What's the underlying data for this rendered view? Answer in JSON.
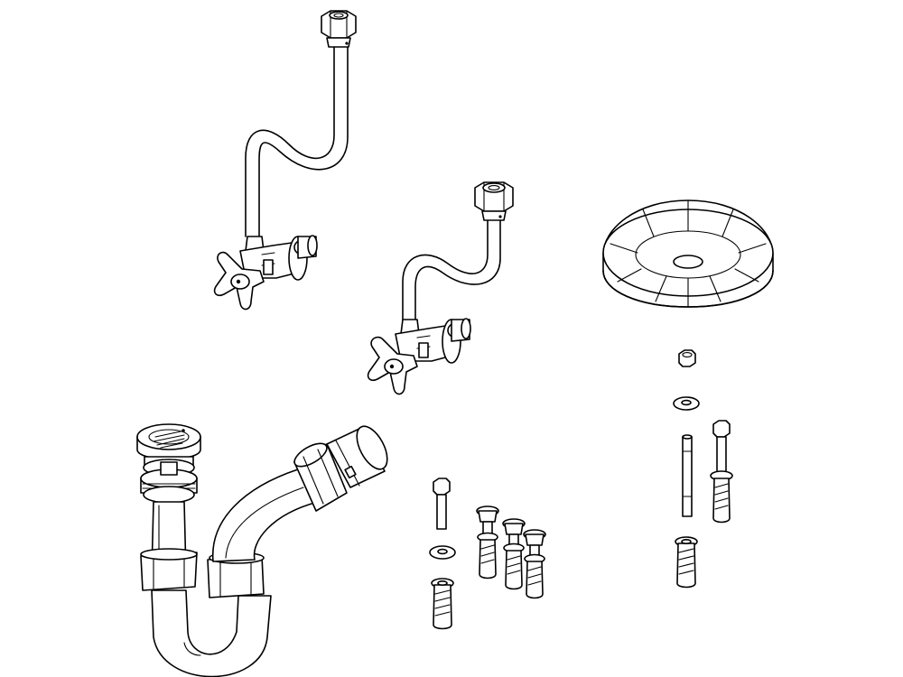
{
  "figure": {
    "kind": "exploded-parts-illustration",
    "line_color": "#000000",
    "background": "#ffffff"
  },
  "parts": [
    {
      "id": "supply-hose-valve-left",
      "icon": "angle-stop-valve-with-braided-hose"
    },
    {
      "id": "supply-hose-valve-right",
      "icon": "angle-stop-valve-with-braided-hose"
    },
    {
      "id": "drain-with-p-trap",
      "icon": "pop-up-drain-and-p-trap"
    },
    {
      "id": "pedestal-support-cap",
      "icon": "ribbed-round-cap"
    },
    {
      "id": "fastener-set-left",
      "icon": "bolt-washer-anchor-set",
      "anchor_count": 4
    },
    {
      "id": "fastener-set-right",
      "icon": "stud-nut-washer-anchor-set",
      "anchor_count": 2
    }
  ]
}
